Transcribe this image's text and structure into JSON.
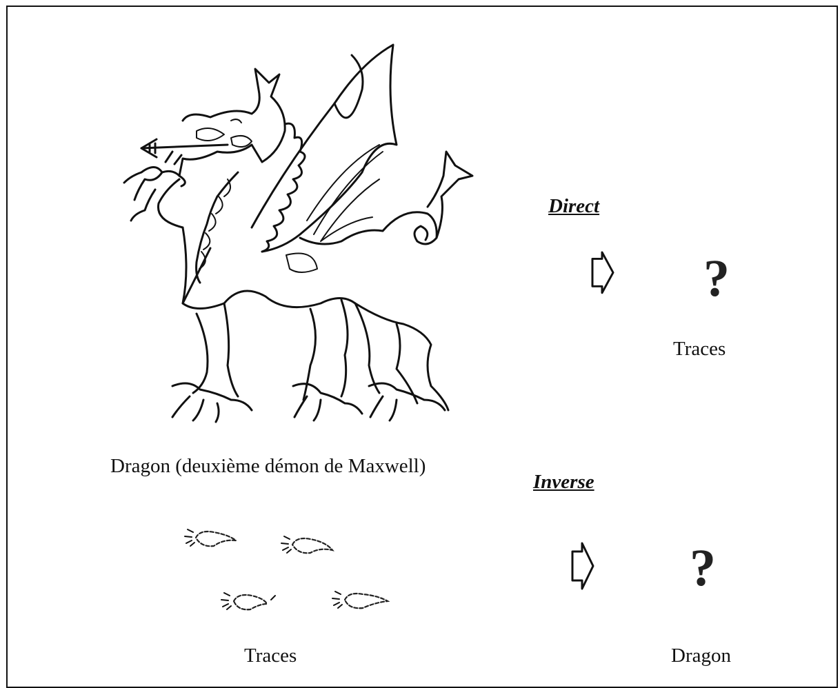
{
  "captions": {
    "dragon": "Dragon (deuxième démon de Maxwell)",
    "traces_left": "Traces",
    "traces_right": "Traces",
    "dragon_right": "Dragon"
  },
  "sections": {
    "direct": {
      "heading": "Direct",
      "question": "?"
    },
    "inverse": {
      "heading": "Inverse",
      "question": "?"
    }
  },
  "icons": {
    "dragon": "dragon-illustration",
    "arrow": "hollow-arrow-icon",
    "footprints": "footprint-icon"
  },
  "colors": {
    "ink": "#111111",
    "background": "#ffffff"
  }
}
